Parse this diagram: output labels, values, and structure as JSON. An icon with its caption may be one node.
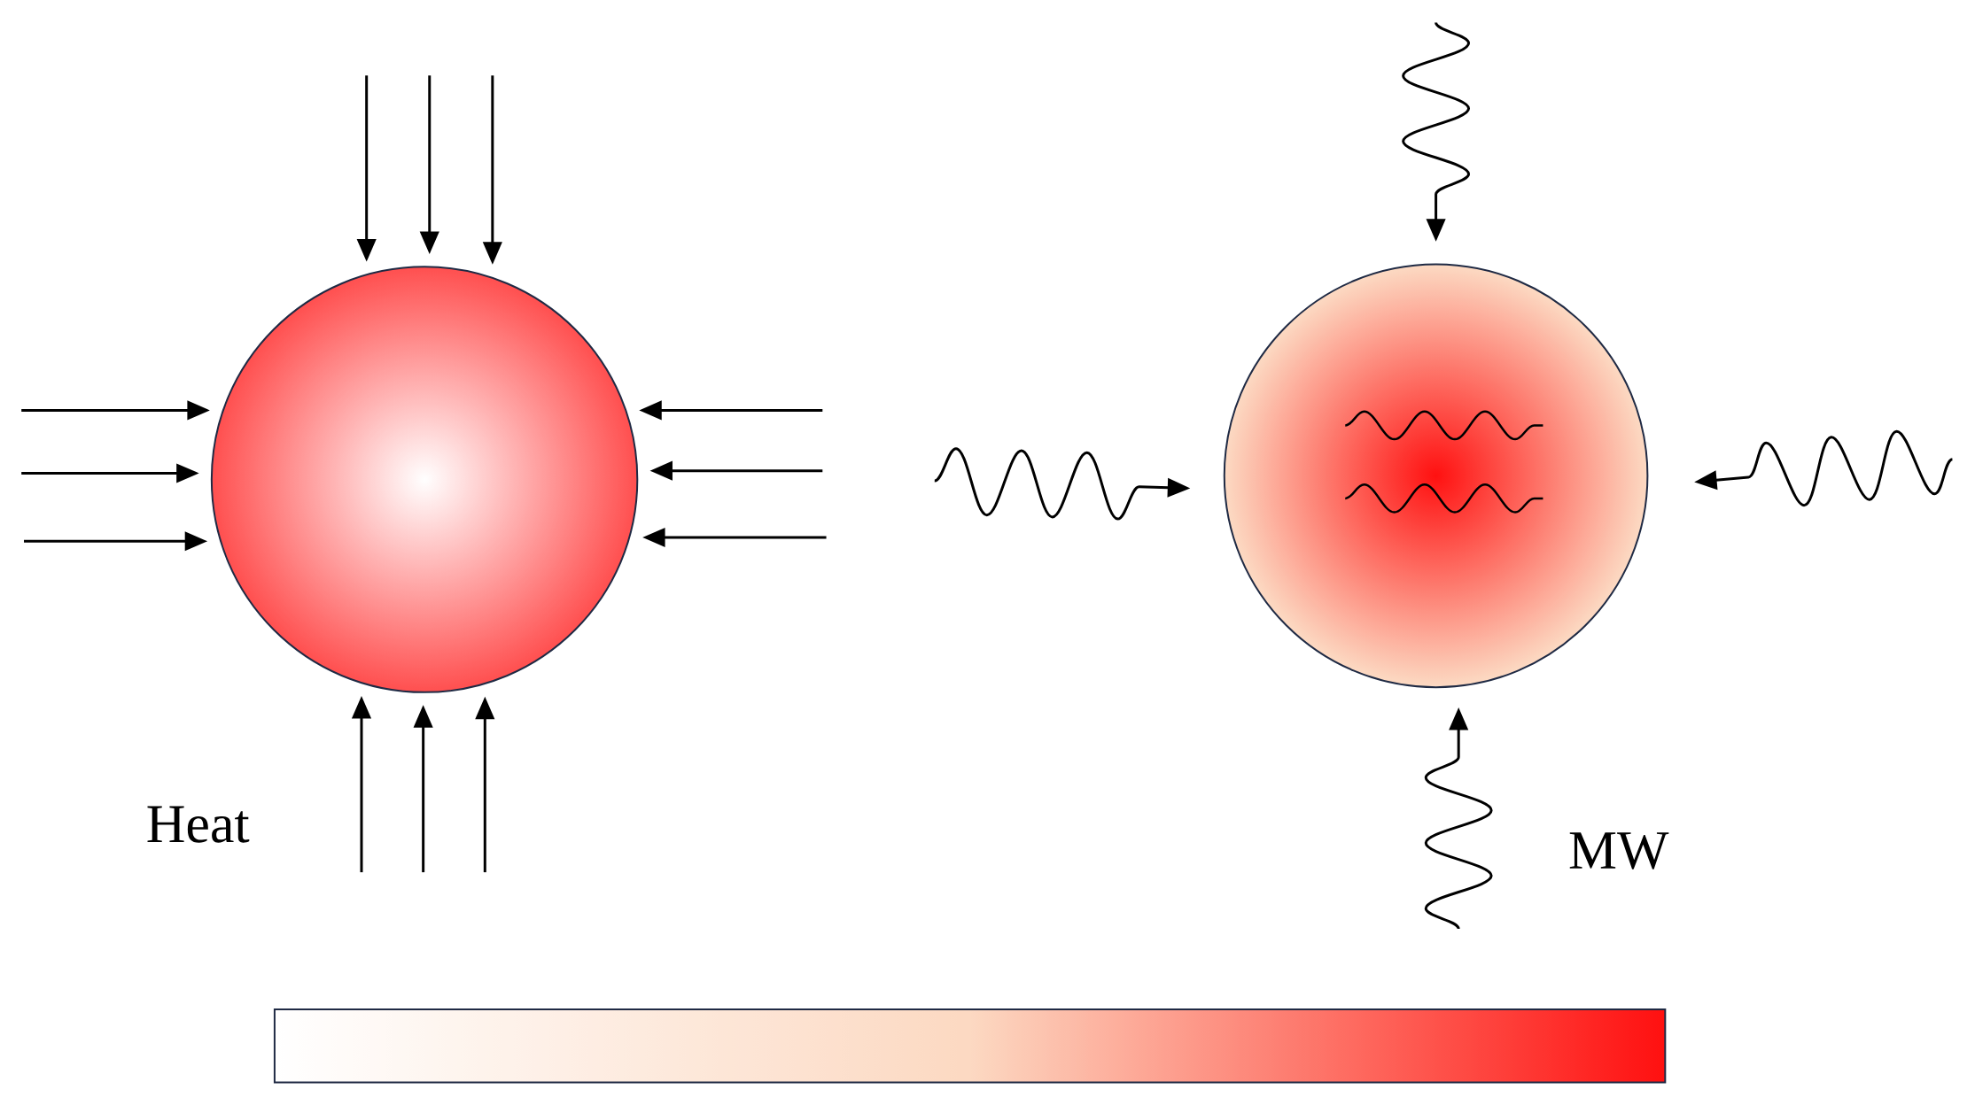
{
  "diagram": {
    "nodes": [
      {
        "text": [],
        "shape": "circle"
      },
      {
        "text": [],
        "shape": "circle"
      }
    ],
    "edges": [
      {
        "from": null,
        "to": 0,
        "arrow": "to"
      },
      {
        "from": null,
        "to": 0,
        "arrow": "to"
      },
      {
        "from": null,
        "to": 0,
        "arrow": "to"
      },
      {
        "from": null,
        "to": 0,
        "arrow": "to"
      },
      {
        "from": null,
        "to": 0,
        "arrow": "to"
      },
      {
        "from": null,
        "to": 0,
        "arrow": "to"
      },
      {
        "from": null,
        "to": 0,
        "arrow": "to"
      },
      {
        "from": null,
        "to": 0,
        "arrow": "to"
      },
      {
        "from": null,
        "to": 0,
        "arrow": "to"
      },
      {
        "from": null,
        "to": 0,
        "arrow": "to"
      },
      {
        "from": null,
        "to": 0,
        "arrow": "to"
      },
      {
        "from": null,
        "to": 0,
        "arrow": "to"
      },
      {
        "from": null,
        "to": 1,
        "arrow": "to"
      },
      {
        "from": null,
        "to": 1,
        "arrow": "to"
      },
      {
        "from": null,
        "to": 1,
        "arrow": "to"
      },
      {
        "from": null,
        "to": 1,
        "arrow": "to"
      }
    ],
    "labels": [
      "Heat",
      "MW"
    ]
  }
}
